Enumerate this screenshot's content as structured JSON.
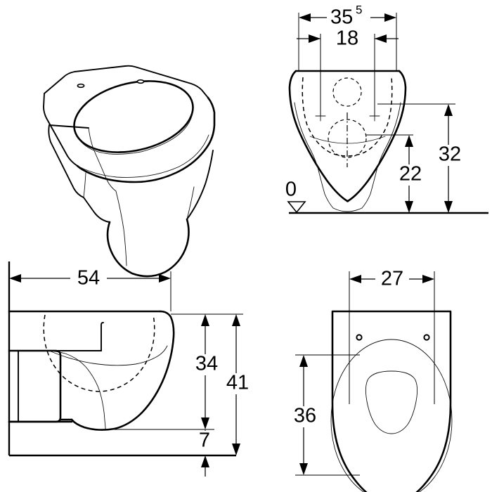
{
  "document": {
    "type": "technical-dimension-drawing",
    "subject": "Wall-hung WC pan (toilet)",
    "background_color": "#ffffff",
    "line_color": "#000000",
    "units_note": "cm",
    "view_count": 4
  },
  "views": {
    "isometric": {
      "name": "isometric-perspective-view",
      "label": ""
    },
    "front": {
      "name": "front-elevation-view",
      "label": ""
    },
    "side": {
      "name": "side-section-view",
      "label": ""
    },
    "top": {
      "name": "top-plan-view",
      "label": ""
    }
  },
  "dimensions": {
    "front_overall_width": {
      "value": "35",
      "superscript": "5",
      "full": "35.5",
      "orientation": "horizontal"
    },
    "front_bolt_spacing": {
      "value": "18",
      "orientation": "horizontal"
    },
    "front_height_22": {
      "value": "22",
      "orientation": "vertical"
    },
    "front_height_32": {
      "value": "32",
      "orientation": "vertical"
    },
    "front_datum": {
      "value": "0",
      "orientation": "datum-marker"
    },
    "side_projection_54": {
      "value": "54",
      "orientation": "horizontal"
    },
    "side_height_34": {
      "value": "34",
      "orientation": "vertical"
    },
    "side_height_41": {
      "value": "41",
      "orientation": "vertical"
    },
    "side_height_7": {
      "value": "7",
      "orientation": "vertical"
    },
    "top_bolt_spacing_27": {
      "value": "27",
      "orientation": "horizontal"
    },
    "top_length_36": {
      "value": "36",
      "orientation": "vertical"
    }
  }
}
